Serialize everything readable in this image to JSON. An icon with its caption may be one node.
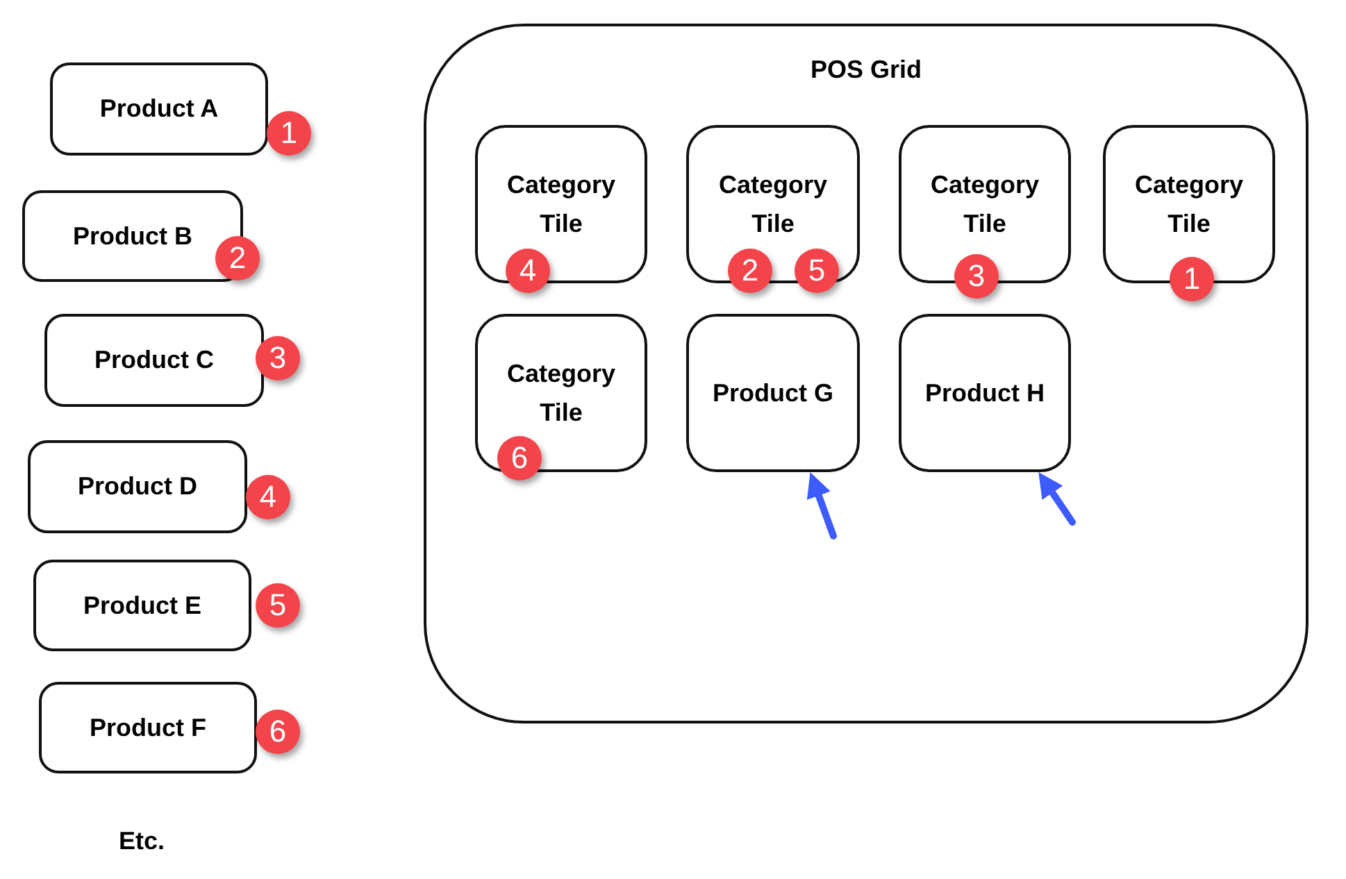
{
  "diagram": {
    "nodes": [
      {
        "text": [
          "Product A",
          "1"
        ]
      },
      {
        "text": [
          "Product B",
          "2"
        ]
      },
      {
        "text": [
          "Product C",
          "3"
        ]
      },
      {
        "text": [
          "Product D",
          "4"
        ]
      },
      {
        "text": [
          "Product E",
          "5"
        ]
      },
      {
        "text": [
          "Product F",
          "6"
        ]
      },
      {
        "text": [
          "POS Grid"
        ]
      },
      {
        "text": [
          "Category Tile",
          "4"
        ],
        "in": 6
      },
      {
        "text": [
          "Category Tile",
          "2",
          "5"
        ],
        "in": 6
      },
      {
        "text": [
          "Category Tile",
          "3"
        ],
        "in": 6
      },
      {
        "text": [
          "Category Tile",
          "1"
        ],
        "in": 6
      },
      {
        "text": [
          "Category Tile",
          "6"
        ],
        "in": 6
      },
      {
        "text": [
          "Product G"
        ],
        "in": 6
      },
      {
        "text": [
          "Product H"
        ],
        "in": 6
      }
    ],
    "edges": [
      {
        "from": null,
        "to": 12,
        "arrow": "to"
      },
      {
        "from": null,
        "to": 13,
        "arrow": "to"
      }
    ],
    "labels": [
      "Etc."
    ]
  }
}
